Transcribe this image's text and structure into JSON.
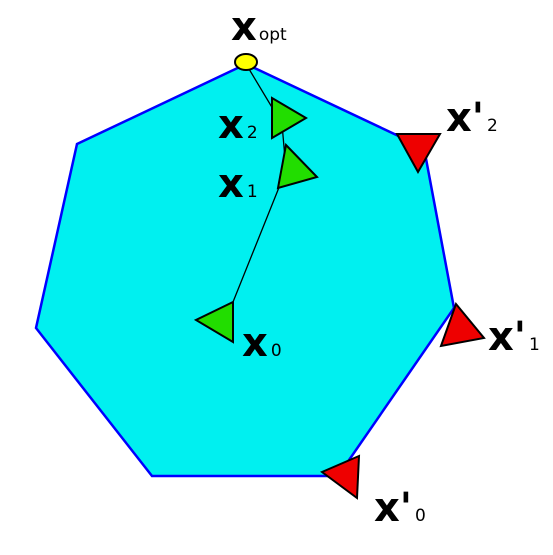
{
  "colors": {
    "region_fill": "#00f0f0",
    "region_stroke": "#0000ff",
    "interior_point": "#22dd00",
    "boundary_point": "#ee0000",
    "optimum": "#ffff00",
    "outline": "#000000"
  },
  "labels": {
    "x_opt": {
      "base": "x",
      "sub": "opt"
    },
    "x2": {
      "base": "x",
      "sub": "2"
    },
    "x1": {
      "base": "x",
      "sub": "1"
    },
    "x0": {
      "base": "x",
      "sub": "0"
    },
    "xp2": {
      "base": "x'",
      "sub": "2"
    },
    "xp1": {
      "base": "x'",
      "sub": "1"
    },
    "xp0": {
      "base": "x'",
      "sub": "0"
    }
  }
}
